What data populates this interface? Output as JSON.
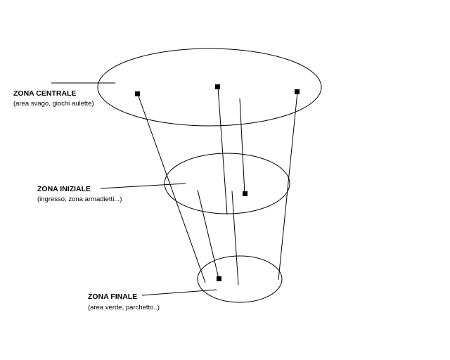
{
  "labels": {
    "central": {
      "title": "ZONA CENTRALE",
      "subtitle": "(area svago, giochi aulette)"
    },
    "initial": {
      "title": "ZONA INIZIALE",
      "subtitle": "(ingresso, zona armadietti...)"
    },
    "final": {
      "title": "ZONA FINALE",
      "subtitle": "(area verde,  parchetto..)"
    }
  },
  "colors": {
    "ink": "#000000",
    "background": "#ffffff"
  }
}
